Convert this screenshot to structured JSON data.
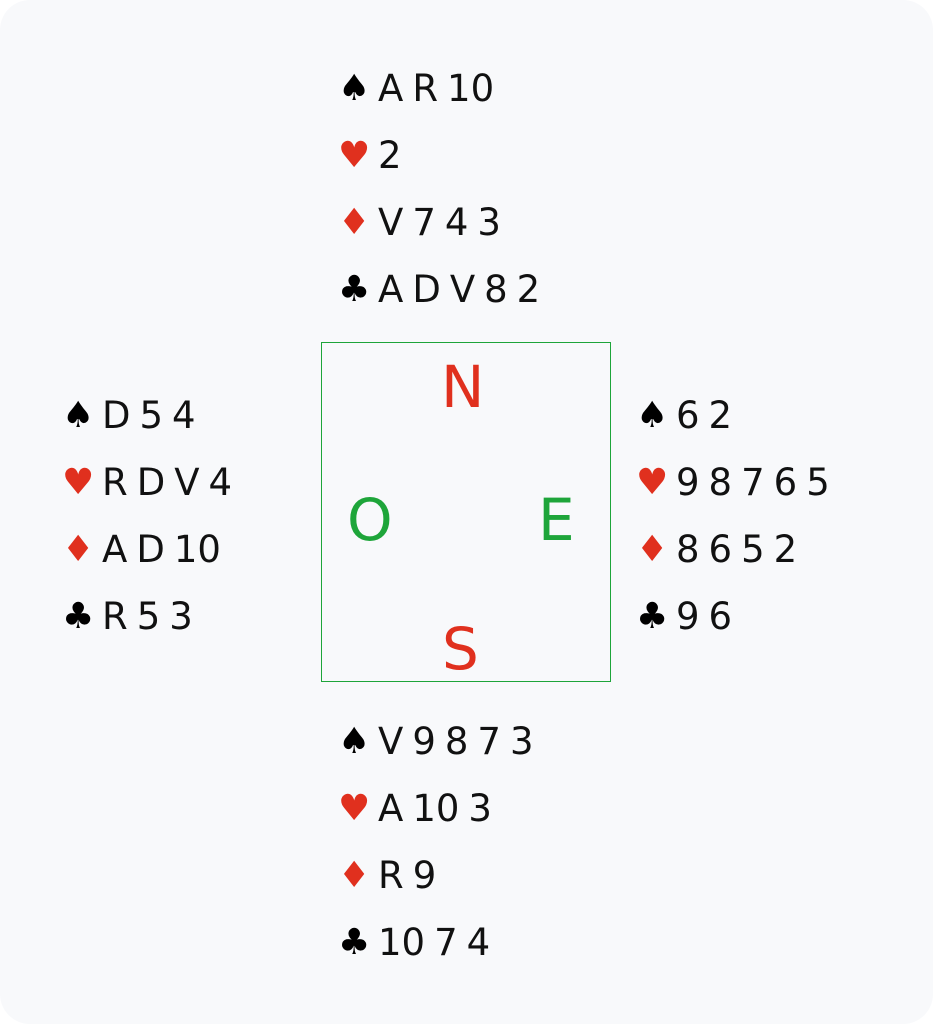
{
  "hands": {
    "north": {
      "spades": [
        "A",
        "R",
        "10"
      ],
      "hearts": [
        "2"
      ],
      "diamonds": [
        "V",
        "7",
        "4",
        "3"
      ],
      "clubs": [
        "A",
        "D",
        "V",
        "8",
        "2"
      ]
    },
    "west": {
      "spades": [
        "D",
        "5",
        "4"
      ],
      "hearts": [
        "R",
        "D",
        "V",
        "4"
      ],
      "diamonds": [
        "A",
        "D",
        "10"
      ],
      "clubs": [
        "R",
        "5",
        "3"
      ]
    },
    "east": {
      "spades": [
        "6",
        "2"
      ],
      "hearts": [
        "9",
        "8",
        "7",
        "6",
        "5"
      ],
      "diamonds": [
        "8",
        "6",
        "5",
        "2"
      ],
      "clubs": [
        "9",
        "6"
      ]
    },
    "south": {
      "spades": [
        "V",
        "9",
        "8",
        "7",
        "3"
      ],
      "hearts": [
        "A",
        "10",
        "3"
      ],
      "diamonds": [
        "R",
        "9"
      ],
      "clubs": [
        "10",
        "7",
        "4"
      ]
    }
  },
  "suit_symbols": {
    "spades": "♠",
    "hearts": "♥",
    "diamonds": "♦",
    "clubs": "♣"
  },
  "compass": {
    "north": "N",
    "west": "O",
    "east": "E",
    "south": "S"
  },
  "colors": {
    "red": "#e0301e",
    "green": "#1ea53a",
    "black": "#000000"
  }
}
